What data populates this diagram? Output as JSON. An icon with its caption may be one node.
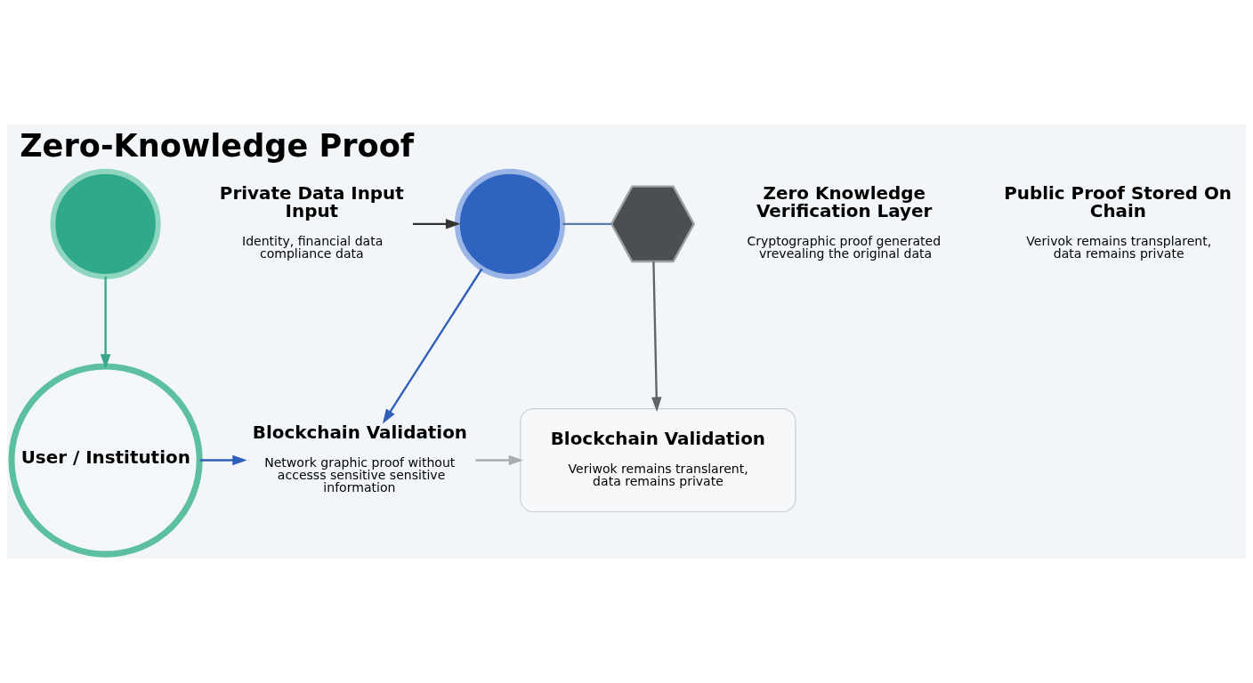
{
  "diagram": {
    "title": "Zero-Knowledge Proof",
    "nodes": [
      {
        "text": [],
        "shape": "circle"
      },
      {
        "text": [
          "Private Data Input Input",
          "Identity, financial data compliance data"
        ]
      },
      {
        "text": [],
        "shape": "circle"
      },
      {
        "text": [
          "Zero Knowledge Verification Layer",
          "Cryptographic proof generated vrevealing the original data"
        ]
      },
      {
        "text": [],
        "shape": "hexagon"
      },
      {
        "text": [
          "Public Proof Stored On Chain",
          "Verivok remains transplarent, data remains private"
        ]
      },
      {
        "text": [
          "User / Institution"
        ]
      },
      {
        "text": [
          "Blockchain Validation",
          "Network graphic proof without accesss sensitive sensitive information"
        ]
      },
      {
        "text": [
          "Blockchain Validation",
          "Veriwok remains translarent, data remains private"
        ]
      }
    ],
    "edges": [
      {
        "from": 1,
        "to": 2,
        "arrow": "to",
        "color": "#333333"
      },
      {
        "from": 2,
        "to": 4,
        "arrow": "none",
        "color": "#5a7aa8"
      },
      {
        "from": 0,
        "to": 6,
        "arrow": "to",
        "color": "#3aa58a"
      },
      {
        "from": 2,
        "to": 7,
        "arrow": "to"
      },
      {
        "from": 4,
        "to": 8,
        "arrow": "to",
        "color": "#5f6466"
      },
      {
        "from": 6,
        "to": 7,
        "arrow": "to"
      },
      {
        "from": 7,
        "to": 8,
        "arrow": "to",
        "color": "#a8adb0"
      }
    ]
  }
}
